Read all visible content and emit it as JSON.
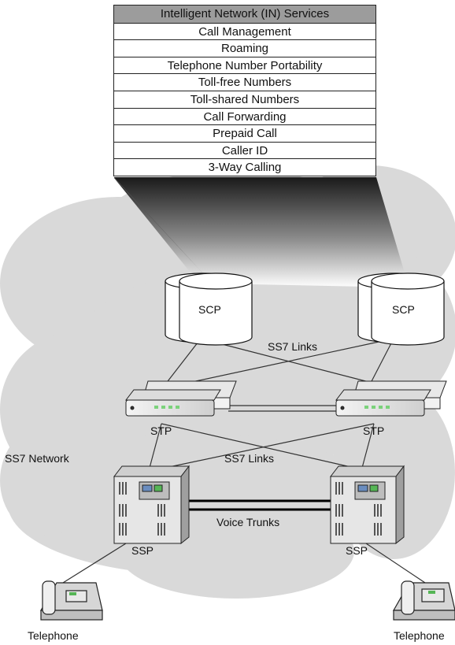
{
  "services_table": {
    "header": "Intelligent Network (IN) Services",
    "rows": [
      "Call Management",
      "Roaming",
      "Telephone Number Portability",
      "Toll-free Numbers",
      "Toll-shared Numbers",
      "Call Forwarding",
      "Prepaid Call",
      "Caller ID",
      "3-Way Calling"
    ]
  },
  "labels": {
    "scp_left": "SCP",
    "scp_right": "SCP",
    "ss7_links_top": "SS7 Links",
    "stp_left": "STP",
    "stp_right": "STP",
    "ss7_network": "SS7 Network",
    "ss7_links_mid": "SS7 Links",
    "voice_trunks": "Voice Trunks",
    "ssp_left": "SSP",
    "ssp_right": "SSP",
    "telephone_left": "Telephone",
    "telephone_right": "Telephone"
  }
}
